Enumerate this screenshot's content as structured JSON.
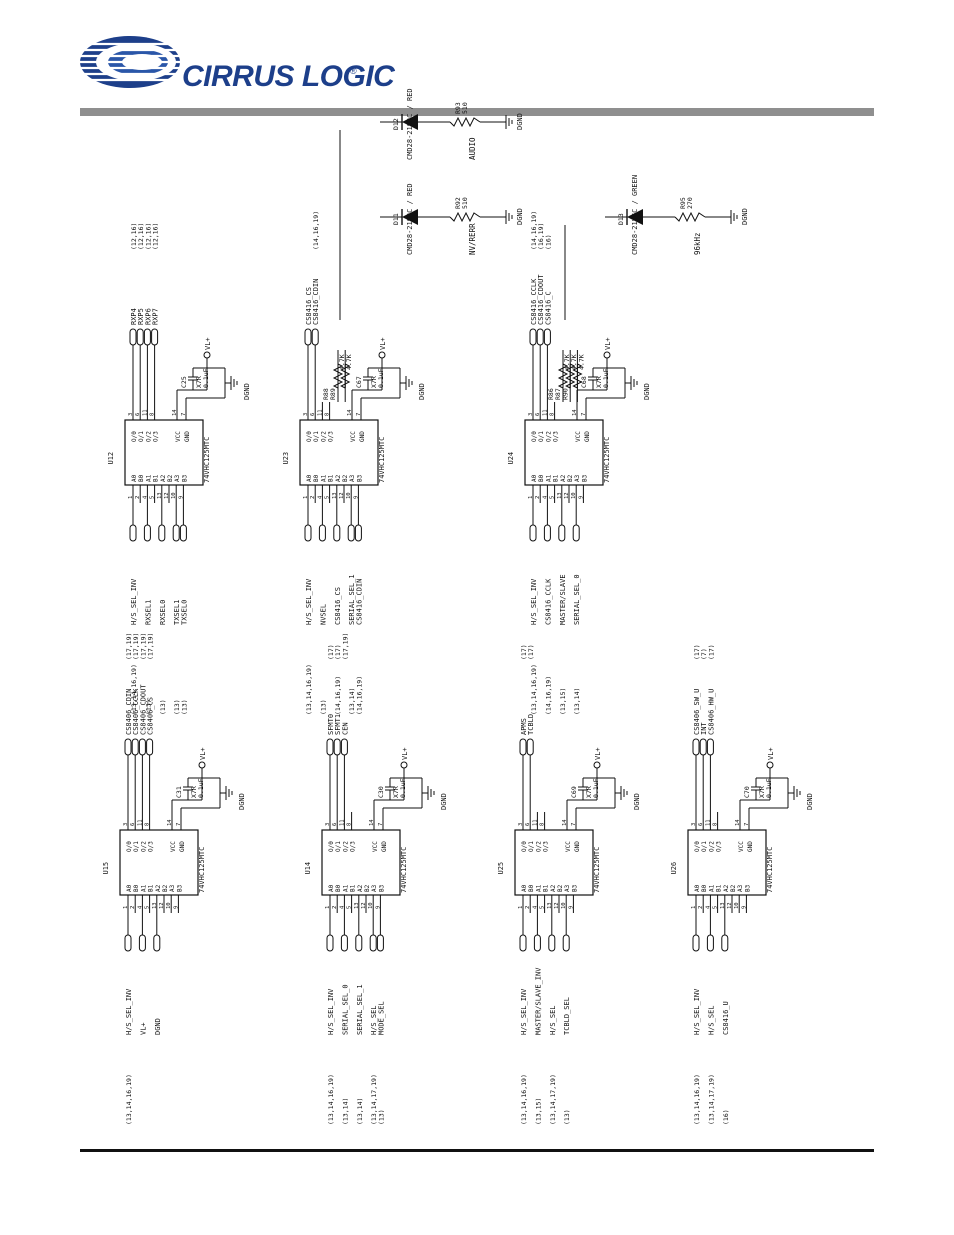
{
  "header": {
    "brand": "CIRRUS LOGIC",
    "brand_mark": "®",
    "brand_color": "#1d3f8a",
    "bar_color": "#8f8f8f"
  },
  "schematic": {
    "chips": [
      {
        "id": "u12",
        "ref": "U12",
        "part": "74VHC125MTC",
        "in_pins": [
          "A0",
          "B0",
          "A1",
          "B1",
          "A2",
          "B2",
          "A3",
          "B3"
        ],
        "in_nums": [
          "1",
          "2",
          "4",
          "5",
          "13",
          "12",
          "10",
          "9"
        ],
        "out_pins": [
          "O/0",
          "O/1",
          "O/2",
          "O/3"
        ],
        "out_nums": [
          "3",
          "6",
          "11",
          "8"
        ],
        "pwr_pins": [
          "VCC",
          "GND"
        ],
        "pwr_nums": [
          "14",
          "7"
        ],
        "inputs": [
          {
            "sig": "H/S_SEL_INV",
            "ref": "(13,14,16,19)"
          },
          {
            "sig": "RXSEL1",
            "ref": "(13)"
          },
          {
            "sig": "RXSEL0",
            "ref": "(13)"
          },
          {
            "sig": "TXSEL1",
            "ref": "(13)"
          },
          {
            "sig": "TXSEL0",
            "ref": "(13)"
          }
        ],
        "outputs": [
          {
            "sig": "RXP4",
            "ref": "(12,16)"
          },
          {
            "sig": "RXP5",
            "ref": "(12,16)"
          },
          {
            "sig": "RXP6",
            "ref": "(12,16)"
          },
          {
            "sig": "RXP7",
            "ref": "(12,16)"
          }
        ],
        "cap": {
          "ref": "C25",
          "type": "X7R",
          "value": "0.1uF"
        },
        "vl": "VL+",
        "gnd": "DGND"
      },
      {
        "id": "u23",
        "ref": "U23",
        "part": "74VHC125MTC",
        "in_pins": [
          "A0",
          "B0",
          "A1",
          "B1",
          "A2",
          "B2",
          "A3",
          "B3"
        ],
        "in_nums": [
          "1",
          "2",
          "4",
          "5",
          "13",
          "12",
          "10",
          "9"
        ],
        "out_pins": [
          "O/0",
          "O/1",
          "O/2",
          "O/3"
        ],
        "out_nums": [
          "3",
          "6",
          "11",
          "8"
        ],
        "pwr_pins": [
          "VCC",
          "GND"
        ],
        "pwr_nums": [
          "14",
          "7"
        ],
        "inputs": [
          {
            "sig": "H/S_SEL_INV",
            "ref": "(13,14,16,19)"
          },
          {
            "sig": "NVSEL",
            "ref": "(13)"
          },
          {
            "sig": "CS8416_CS",
            "ref": "(14,16,19)"
          },
          {
            "sig": "SERIAL_SEL_1",
            "ref": "(13,14)"
          },
          {
            "sig": "CS8416_CDIN",
            "ref": "(14,16,19)"
          }
        ],
        "resistors": [
          {
            "ref": "R88",
            "value": "4.7K"
          },
          {
            "ref": "R89",
            "value": "4.7K"
          }
        ],
        "outputs": [
          {
            "sig": "CS8416_CS",
            "ref": ""
          },
          {
            "sig": "CS8416_CDIN",
            "ref": "(14,16,19)"
          }
        ],
        "leds": [
          {
            "ref": "D11",
            "part": "CMD28-21SRC / RED",
            "res_ref": "R92",
            "res_val": "510",
            "label": "NV/RERR",
            "gnd": "DGND"
          },
          {
            "ref": "D12",
            "part": "CMD28-21SRC / RED",
            "res_ref": "R93",
            "res_val": "510",
            "label": "AUDIO",
            "gnd": "DGND"
          }
        ],
        "cap": {
          "ref": "C67",
          "type": "X7R",
          "value": "0.1uF"
        },
        "vl": "VL+",
        "gnd": "DGND"
      },
      {
        "id": "u24",
        "ref": "U24",
        "part": "74VHC125MTC",
        "in_pins": [
          "A0",
          "B0",
          "A1",
          "B1",
          "A2",
          "B2",
          "A3",
          "B3"
        ],
        "in_nums": [
          "1",
          "2",
          "4",
          "5",
          "13",
          "12",
          "10",
          "9"
        ],
        "out_pins": [
          "O/0",
          "O/1",
          "O/2",
          "O/3"
        ],
        "out_nums": [
          "3",
          "6",
          "11",
          "8"
        ],
        "pwr_pins": [
          "VCC",
          "GND"
        ],
        "pwr_nums": [
          "14",
          "7"
        ],
        "inputs": [
          {
            "sig": "H/S_SEL_INV",
            "ref": "(13,14,16,19)"
          },
          {
            "sig": "CS8416_CCLK",
            "ref": "(14,16,19)"
          },
          {
            "sig": "MASTER/SLAVE",
            "ref": "(13,15)"
          },
          {
            "sig": "SERIAL_SEL_0",
            "ref": "(13,14)"
          }
        ],
        "resistors": [
          {
            "ref": "R86",
            "value": "4.7K"
          },
          {
            "ref": "R87",
            "value": "4.7K"
          },
          {
            "ref": "R90",
            "value": "4.7K"
          }
        ],
        "outputs": [
          {
            "sig": "CS8416_CCLK",
            "ref": "(14,16,19)"
          },
          {
            "sig": "CS8416_CDOUT",
            "ref": "(16,19)"
          },
          {
            "sig": "CS8416_C",
            "ref": "(16)"
          }
        ],
        "leds": [
          {
            "ref": "D13",
            "part": "CMD28-21VGC / GREEN",
            "res_ref": "R95",
            "res_val": "270",
            "label": "96kHz",
            "gnd": "DGND"
          }
        ],
        "cap": {
          "ref": "C68",
          "type": "X7R",
          "value": "0.1uF"
        },
        "vl": "VL+",
        "gnd": "DGND"
      },
      {
        "id": "u15",
        "ref": "U15",
        "part": "74VHC125MTC",
        "in_pins": [
          "A0",
          "B0",
          "A1",
          "B1",
          "A2",
          "B2",
          "A3",
          "B3"
        ],
        "in_nums": [
          "1",
          "2",
          "4",
          "5",
          "13",
          "12",
          "10",
          "9"
        ],
        "out_pins": [
          "O/0",
          "O/1",
          "O/2",
          "O/3"
        ],
        "out_nums": [
          "3",
          "6",
          "11",
          "8"
        ],
        "pwr_pins": [
          "VCC",
          "GND"
        ],
        "pwr_nums": [
          "14",
          "7"
        ],
        "inputs": [
          {
            "sig": "H/S_SEL_INV",
            "ref": "(13,14,16,19)"
          },
          {
            "sig": "VL+",
            "ref": ""
          },
          {
            "sig": "DGND",
            "ref": ""
          }
        ],
        "outputs": [
          {
            "sig": "CS8406_CDIN",
            "ref": "(17,19)"
          },
          {
            "sig": "CS8406_CCLK",
            "ref": "(17,19)"
          },
          {
            "sig": "CS8406_CDOUT",
            "ref": "(17,19)"
          },
          {
            "sig": "CS8406_CS",
            "ref": "(17,19)"
          }
        ],
        "cap": {
          "ref": "C31",
          "type": "X7R",
          "value": "0.1uF"
        },
        "vl": "VL+",
        "gnd": "DGND"
      },
      {
        "id": "u14",
        "ref": "U14",
        "part": "74VHC125MTC",
        "in_pins": [
          "A0",
          "B0",
          "A1",
          "B1",
          "A2",
          "B2",
          "A3",
          "B3"
        ],
        "in_nums": [
          "1",
          "2",
          "4",
          "5",
          "13",
          "12",
          "10",
          "9"
        ],
        "out_pins": [
          "O/0",
          "O/1",
          "O/2",
          "O/3"
        ],
        "out_nums": [
          "3",
          "6",
          "11",
          "8"
        ],
        "pwr_pins": [
          "VCC",
          "GND"
        ],
        "pwr_nums": [
          "14",
          "7"
        ],
        "inputs": [
          {
            "sig": "H/S_SEL_INV",
            "ref": "(13,14,16,19)"
          },
          {
            "sig": "SERIAL_SEL_0",
            "ref": "(13,14)"
          },
          {
            "sig": "SERIAL_SEL_1",
            "ref": "(13,14)"
          },
          {
            "sig": "H/S_SEL",
            "ref": "(13,14,17,19)"
          },
          {
            "sig": "MODE_SEL",
            "ref": "(13)"
          }
        ],
        "outputs": [
          {
            "sig": "SFMT0",
            "ref": "(17)"
          },
          {
            "sig": "SFMT1",
            "ref": "(17)"
          },
          {
            "sig": "CEN",
            "ref": "(17,19)"
          }
        ],
        "cap": {
          "ref": "C30",
          "type": "X7R",
          "value": "0.1uF"
        },
        "vl": "VL+",
        "gnd": "DGND"
      },
      {
        "id": "u25",
        "ref": "U25",
        "part": "74VHC125MTC",
        "in_pins": [
          "A0",
          "B0",
          "A1",
          "B1",
          "A2",
          "B2",
          "A3",
          "B3"
        ],
        "in_nums": [
          "1",
          "2",
          "4",
          "5",
          "13",
          "12",
          "10",
          "9"
        ],
        "out_pins": [
          "O/0",
          "O/1",
          "O/2",
          "O/3"
        ],
        "out_nums": [
          "3",
          "6",
          "11",
          "8"
        ],
        "pwr_pins": [
          "VCC",
          "GND"
        ],
        "pwr_nums": [
          "14",
          "7"
        ],
        "inputs": [
          {
            "sig": "H/S_SEL_INV",
            "ref": "(13,14,16,19)"
          },
          {
            "sig": "MASTER/SLAVE_INV",
            "ref": "(13,15)"
          },
          {
            "sig": "H/S_SEL",
            "ref": "(13,14,17,19)"
          },
          {
            "sig": "TCBLD_SEL",
            "ref": "(13)"
          }
        ],
        "outputs": [
          {
            "sig": "APMS",
            "ref": "(17)"
          },
          {
            "sig": "TCBLD",
            "ref": "(17)"
          }
        ],
        "cap": {
          "ref": "C69",
          "type": "X7R",
          "value": "0.1uF"
        },
        "vl": "VL+",
        "gnd": "DGND"
      },
      {
        "id": "u26",
        "ref": "U26",
        "part": "74VHC125MTC",
        "in_pins": [
          "A0",
          "B0",
          "A1",
          "B1",
          "A2",
          "B2",
          "A3",
          "B3"
        ],
        "in_nums": [
          "1",
          "2",
          "4",
          "5",
          "13",
          "12",
          "10",
          "9"
        ],
        "out_pins": [
          "O/0",
          "O/1",
          "O/2",
          "O/3"
        ],
        "out_nums": [
          "3",
          "6",
          "11",
          "8"
        ],
        "pwr_pins": [
          "VCC",
          "GND"
        ],
        "pwr_nums": [
          "14",
          "7"
        ],
        "inputs": [
          {
            "sig": "H/S_SEL_INV",
            "ref": "(13,14,16,19)"
          },
          {
            "sig": "H/S_SEL",
            "ref": "(13,14,17,19)"
          },
          {
            "sig": "CS8416_U",
            "ref": "(16)"
          }
        ],
        "outputs": [
          {
            "sig": "CS8406_SW_U",
            "ref": "(17)"
          },
          {
            "sig": "INT",
            "ref": "(7)"
          },
          {
            "sig": "CS8406_HW_U",
            "ref": "(17)"
          }
        ],
        "cap": {
          "ref": "C70",
          "type": "X7R",
          "value": "0.1uF"
        },
        "vl": "VL+",
        "gnd": "DGND"
      }
    ]
  }
}
